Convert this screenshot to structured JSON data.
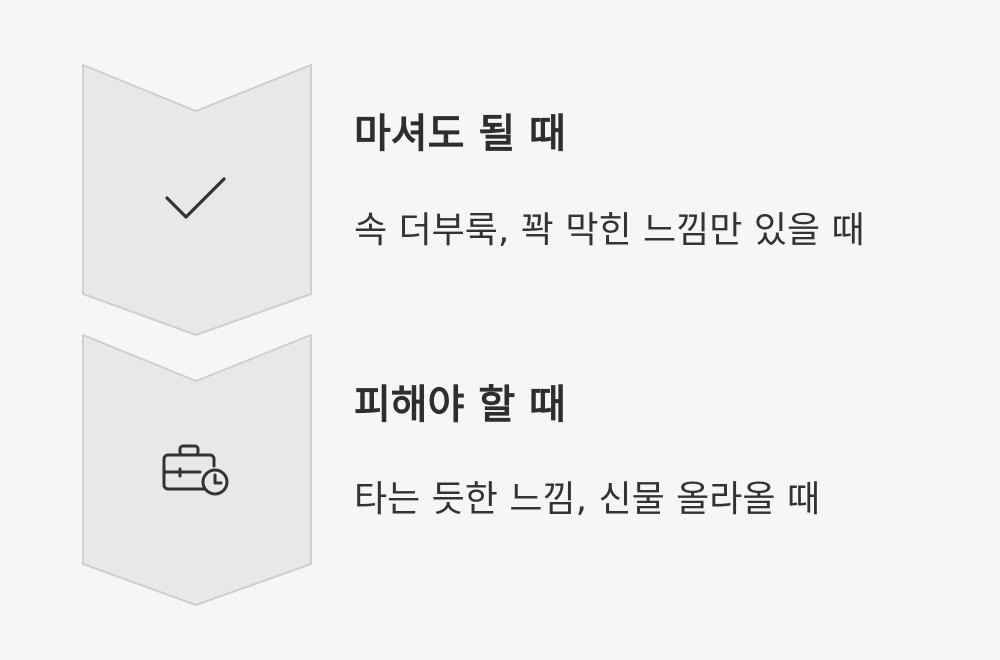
{
  "steps": [
    {
      "icon": "checkmark-icon",
      "title": "마셔도 될 때",
      "description": "속 더부룩, 꽉 막힌 느낌만 있을 때"
    },
    {
      "icon": "briefcase-clock-icon",
      "title": "피해야 할 때",
      "description": "타는 듯한 느낌, 신물 올라올 때"
    }
  ],
  "colors": {
    "background": "#f6f6f6",
    "chevron_fill": "#e8e8e8",
    "chevron_stroke": "#cfcfcf",
    "icon": "#333333",
    "title_text": "#2e2e2e",
    "description_text": "#333333"
  }
}
